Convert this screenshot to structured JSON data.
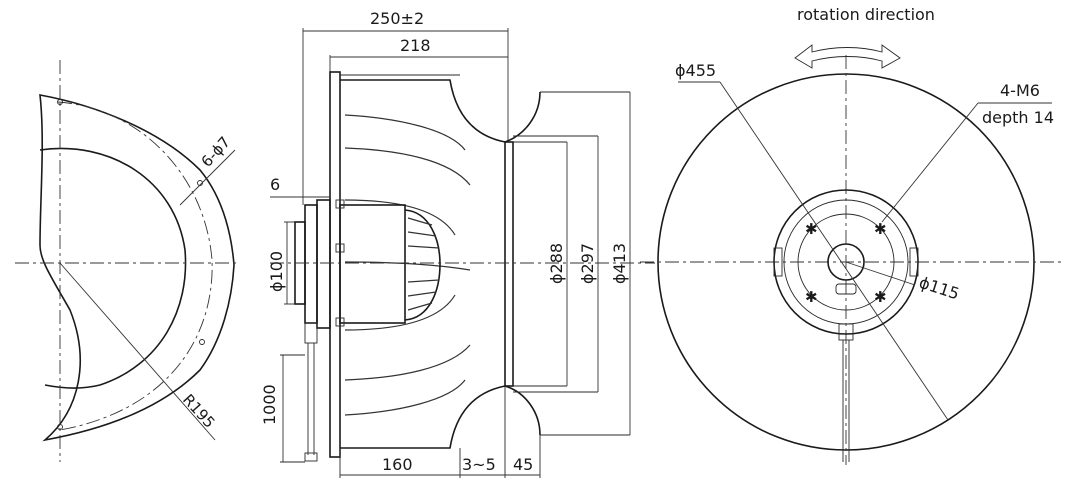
{
  "left_view": {
    "label_hole": "6-ϕ7",
    "label_radius": "R195"
  },
  "side_view": {
    "dim_overall": "250±2",
    "dim_218": "218",
    "dim_6": "6",
    "dim_phi100": "ϕ100",
    "dim_phi288": "ϕ288",
    "dim_phi297": "ϕ297",
    "dim_phi413": "ϕ413",
    "dim_1000": "1000",
    "dim_160": "160",
    "dim_3_5": "3~5",
    "dim_45": "45"
  },
  "front_view": {
    "rotation_label": "rotation direction",
    "dim_phi455": "ϕ455",
    "thread_label": "4-M6",
    "depth_label": "depth 14",
    "dim_phi115": "ϕ115"
  }
}
